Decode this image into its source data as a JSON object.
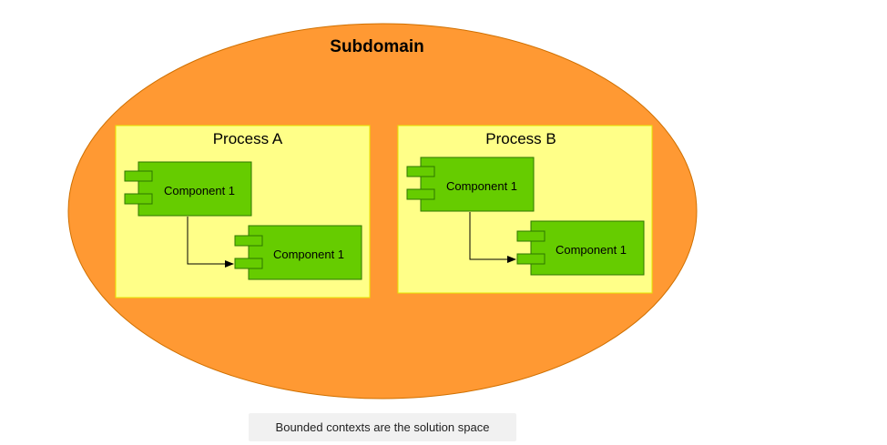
{
  "subdomain": {
    "title": "Subdomain",
    "fill": "#ff9933"
  },
  "processes": [
    {
      "label": "Process A",
      "components": [
        "Component 1",
        "Component 1"
      ]
    },
    {
      "label": "Process B",
      "components": [
        "Component 1",
        "Component 1"
      ]
    }
  ],
  "colors": {
    "process_fill": "#ffff88",
    "component_fill": "#66cc00",
    "component_stroke": "#2d7600"
  },
  "caption": "Bounded contexts are the solution space"
}
